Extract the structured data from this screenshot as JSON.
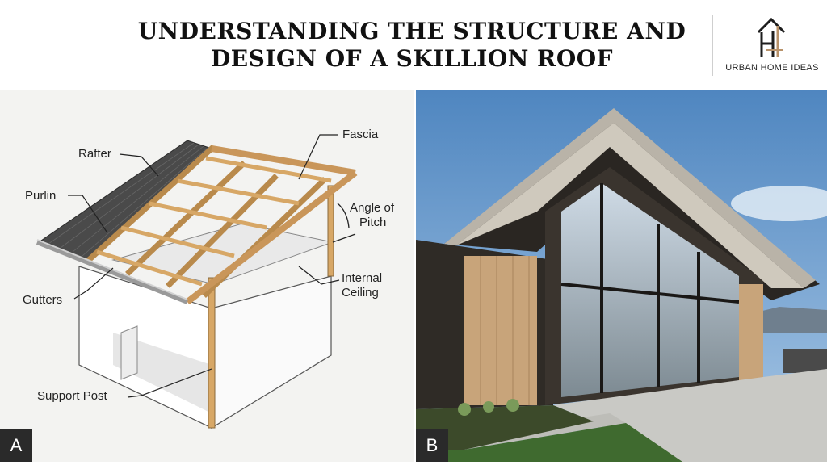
{
  "header": {
    "title_line1": "UNDERSTANDING THE STRUCTURE AND",
    "title_line2": "DESIGN OF A SKILLION ROOF",
    "brand": "URBAN HOME IDEAS",
    "logo_icon": "house-logo-icon"
  },
  "diagram": {
    "labels": {
      "rafter": "Rafter",
      "fascia": "Fascia",
      "purlin": "Purlin",
      "angle_line1": "Angle of",
      "angle_line2": "Pitch",
      "ceiling_line1": "Internal",
      "ceiling_line2": "Ceiling",
      "gutters": "Gutters",
      "support_post": "Support Post"
    },
    "colors": {
      "timber": "#d7a766",
      "roof": "#4a4a4a",
      "wall": "#ffffff",
      "background": "#f3f3f1"
    }
  },
  "badges": {
    "a": "A",
    "b": "B"
  },
  "photo": {
    "colors": {
      "sky": "#6f9fcf",
      "cladding": "#2f2b26",
      "cedar": "#c8a47a",
      "lawn": "#3f6a2f"
    }
  }
}
